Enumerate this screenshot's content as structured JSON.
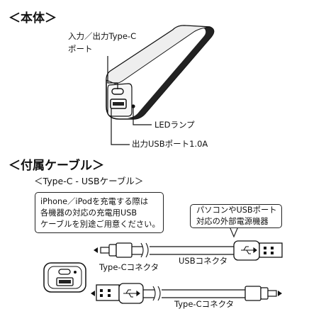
{
  "headings": {
    "body": "＜本体＞",
    "accessories": "＜付属ケーブル＞"
  },
  "labels": {
    "io_port_line1": "入力／出力Type-C",
    "io_port_line2": "ポート",
    "led_lamp": "LEDランプ",
    "usb_output": "出力USBポート1.0A"
  },
  "cable": {
    "title": "＜Type-C - USBケーブル＞",
    "note_line1": "iPhone／iPodを充電する際は",
    "note_line2": "各機器の対応の充電用USB",
    "note_line3": "ケーブルを別途ご用意ください。",
    "callout_line1": "パソコンやUSBポート",
    "callout_line2": "対応の外部電源機器",
    "typec_connector_top": "Type-Cコネクタ",
    "usb_connector_top": "USBコネクタ",
    "typec_connector_bottom": "Type-Cコネクタ"
  }
}
